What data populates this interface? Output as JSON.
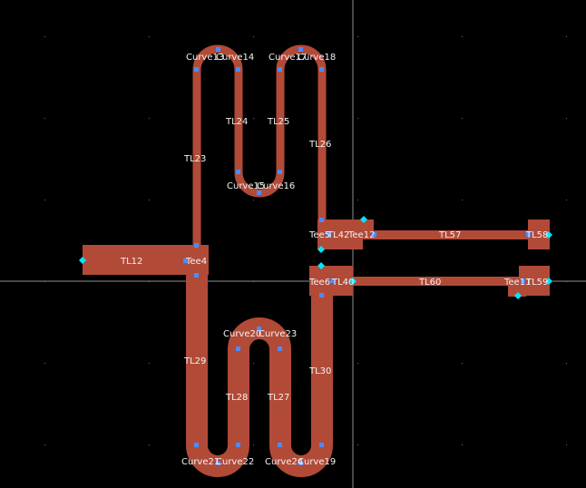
{
  "labels": {
    "tl12": "TL12",
    "tee4": "Tee4",
    "tl23": "TL23",
    "tl29": "TL29",
    "curve13": "Curve13",
    "curve14": "Curve14",
    "curve15": "Curve15",
    "curve16": "Curve16",
    "curve17": "Curve17",
    "curve18": "Curve18",
    "tl24": "TL24",
    "tl25": "TL25",
    "tl26": "TL26",
    "tee5": "Tee5",
    "tl42": "TL42",
    "tee12": "Tee12",
    "tl57": "TL57",
    "tl58": "TL58",
    "tee6": "Tee6",
    "tl40": "TL40",
    "tl60": "TL60",
    "tee11": "Tee11",
    "tl59": "TL59",
    "curve20": "Curve20",
    "curve23": "Curve23",
    "tl28": "TL28",
    "tl27": "TL27",
    "tl30": "TL30",
    "curve21": "Curve21",
    "curve22": "Curve22",
    "curve24": "Curve24",
    "curve19": "Curve19"
  },
  "colors": {
    "background": "#000000",
    "trace": "#b24a38",
    "pin": "#4a8cff",
    "port": "#00e5ff",
    "label": "#f2f2f2"
  }
}
